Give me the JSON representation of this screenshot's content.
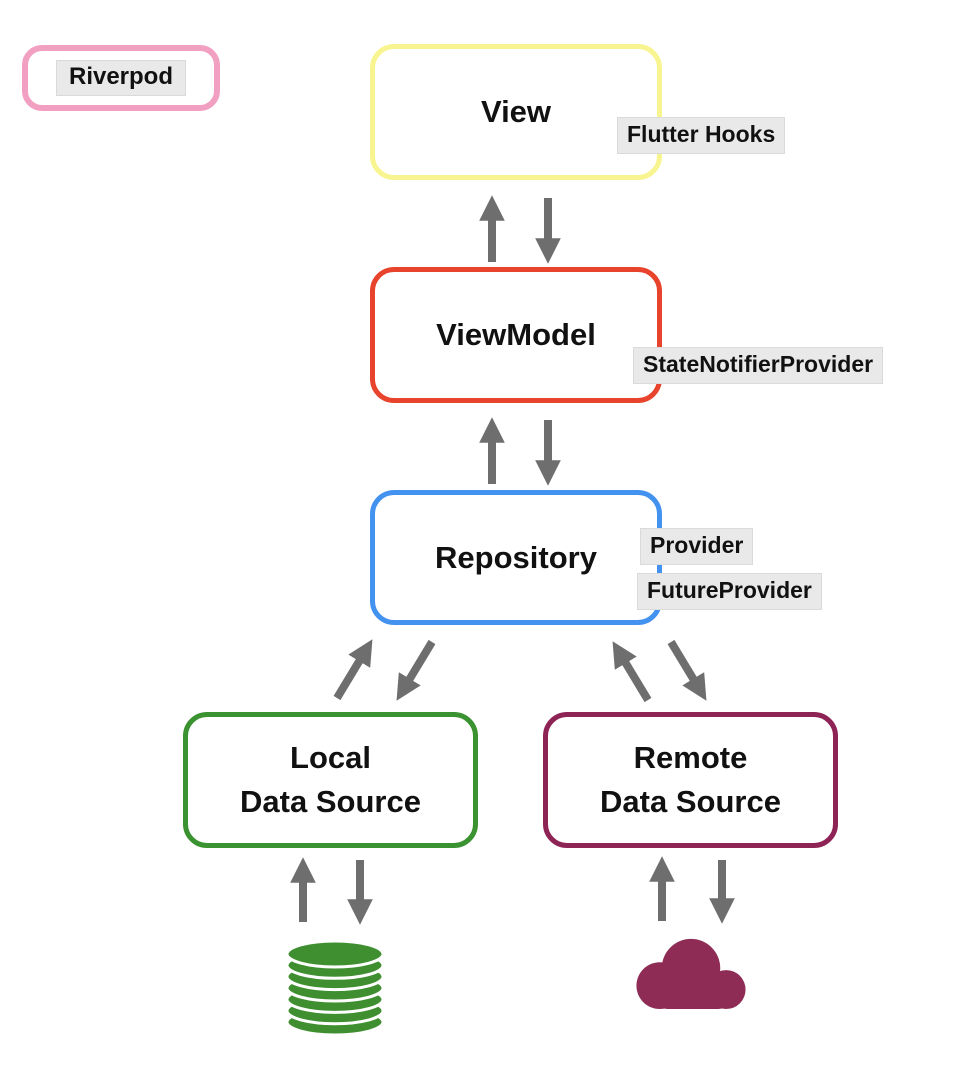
{
  "badge": {
    "label": "Riverpod",
    "border_color": "#F2A0C2"
  },
  "nodes": {
    "view": {
      "title": "View",
      "tag": "Flutter Hooks",
      "border_color": "#F8F48F"
    },
    "viewmodel": {
      "title": "ViewModel",
      "tag": "StateNotifierProvider",
      "border_color": "#E8432C"
    },
    "repository": {
      "title": "Repository",
      "tags": [
        "Provider",
        "FutureProvider"
      ],
      "border_color": "#4492F0"
    },
    "local_data_source": {
      "title_line1": "Local",
      "title_line2": "Data Source",
      "border_color": "#3B9231",
      "icon": "database-icon",
      "icon_color": "#3F8E2F"
    },
    "remote_data_source": {
      "title_line1": "Remote",
      "title_line2": "Data Source",
      "border_color": "#8E2355",
      "icon": "cloud-icon",
      "icon_color": "#8E2C55"
    }
  },
  "connections": [
    {
      "from": "View",
      "to": "ViewModel",
      "type": "bidirectional"
    },
    {
      "from": "ViewModel",
      "to": "Repository",
      "type": "bidirectional"
    },
    {
      "from": "Repository",
      "to": "Local Data Source",
      "type": "bidirectional"
    },
    {
      "from": "Repository",
      "to": "Remote Data Source",
      "type": "bidirectional"
    },
    {
      "from": "Local Data Source",
      "to": "database",
      "type": "bidirectional"
    },
    {
      "from": "Remote Data Source",
      "to": "cloud",
      "type": "bidirectional"
    }
  ],
  "style": {
    "arrow_color": "#6E6E6E",
    "tag_background": "#E9E9E9"
  }
}
